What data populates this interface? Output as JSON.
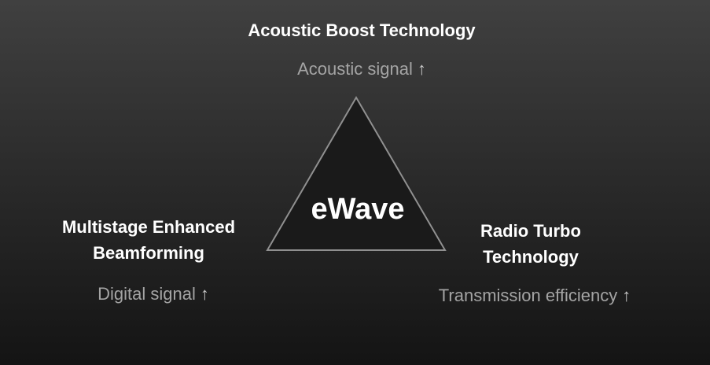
{
  "center": {
    "label": "eWave"
  },
  "top": {
    "title": "Acoustic Boost Technology",
    "subtitle": "Acoustic signal",
    "arrow": "↑"
  },
  "left": {
    "title_line1": "Multistage Enhanced",
    "title_line2": "Beamforming",
    "subtitle": "Digital signal",
    "arrow": "↑"
  },
  "right": {
    "title_line1": "Radio Turbo",
    "title_line2": "Technology",
    "subtitle": "Transmission efficiency",
    "arrow": "↑"
  },
  "colors": {
    "background_top": "#404040",
    "background_bottom": "#141414",
    "triangle_fill": "#1a1a1a",
    "triangle_stroke": "#909090",
    "title": "#ffffff",
    "subtitle": "#a4a4a4"
  }
}
